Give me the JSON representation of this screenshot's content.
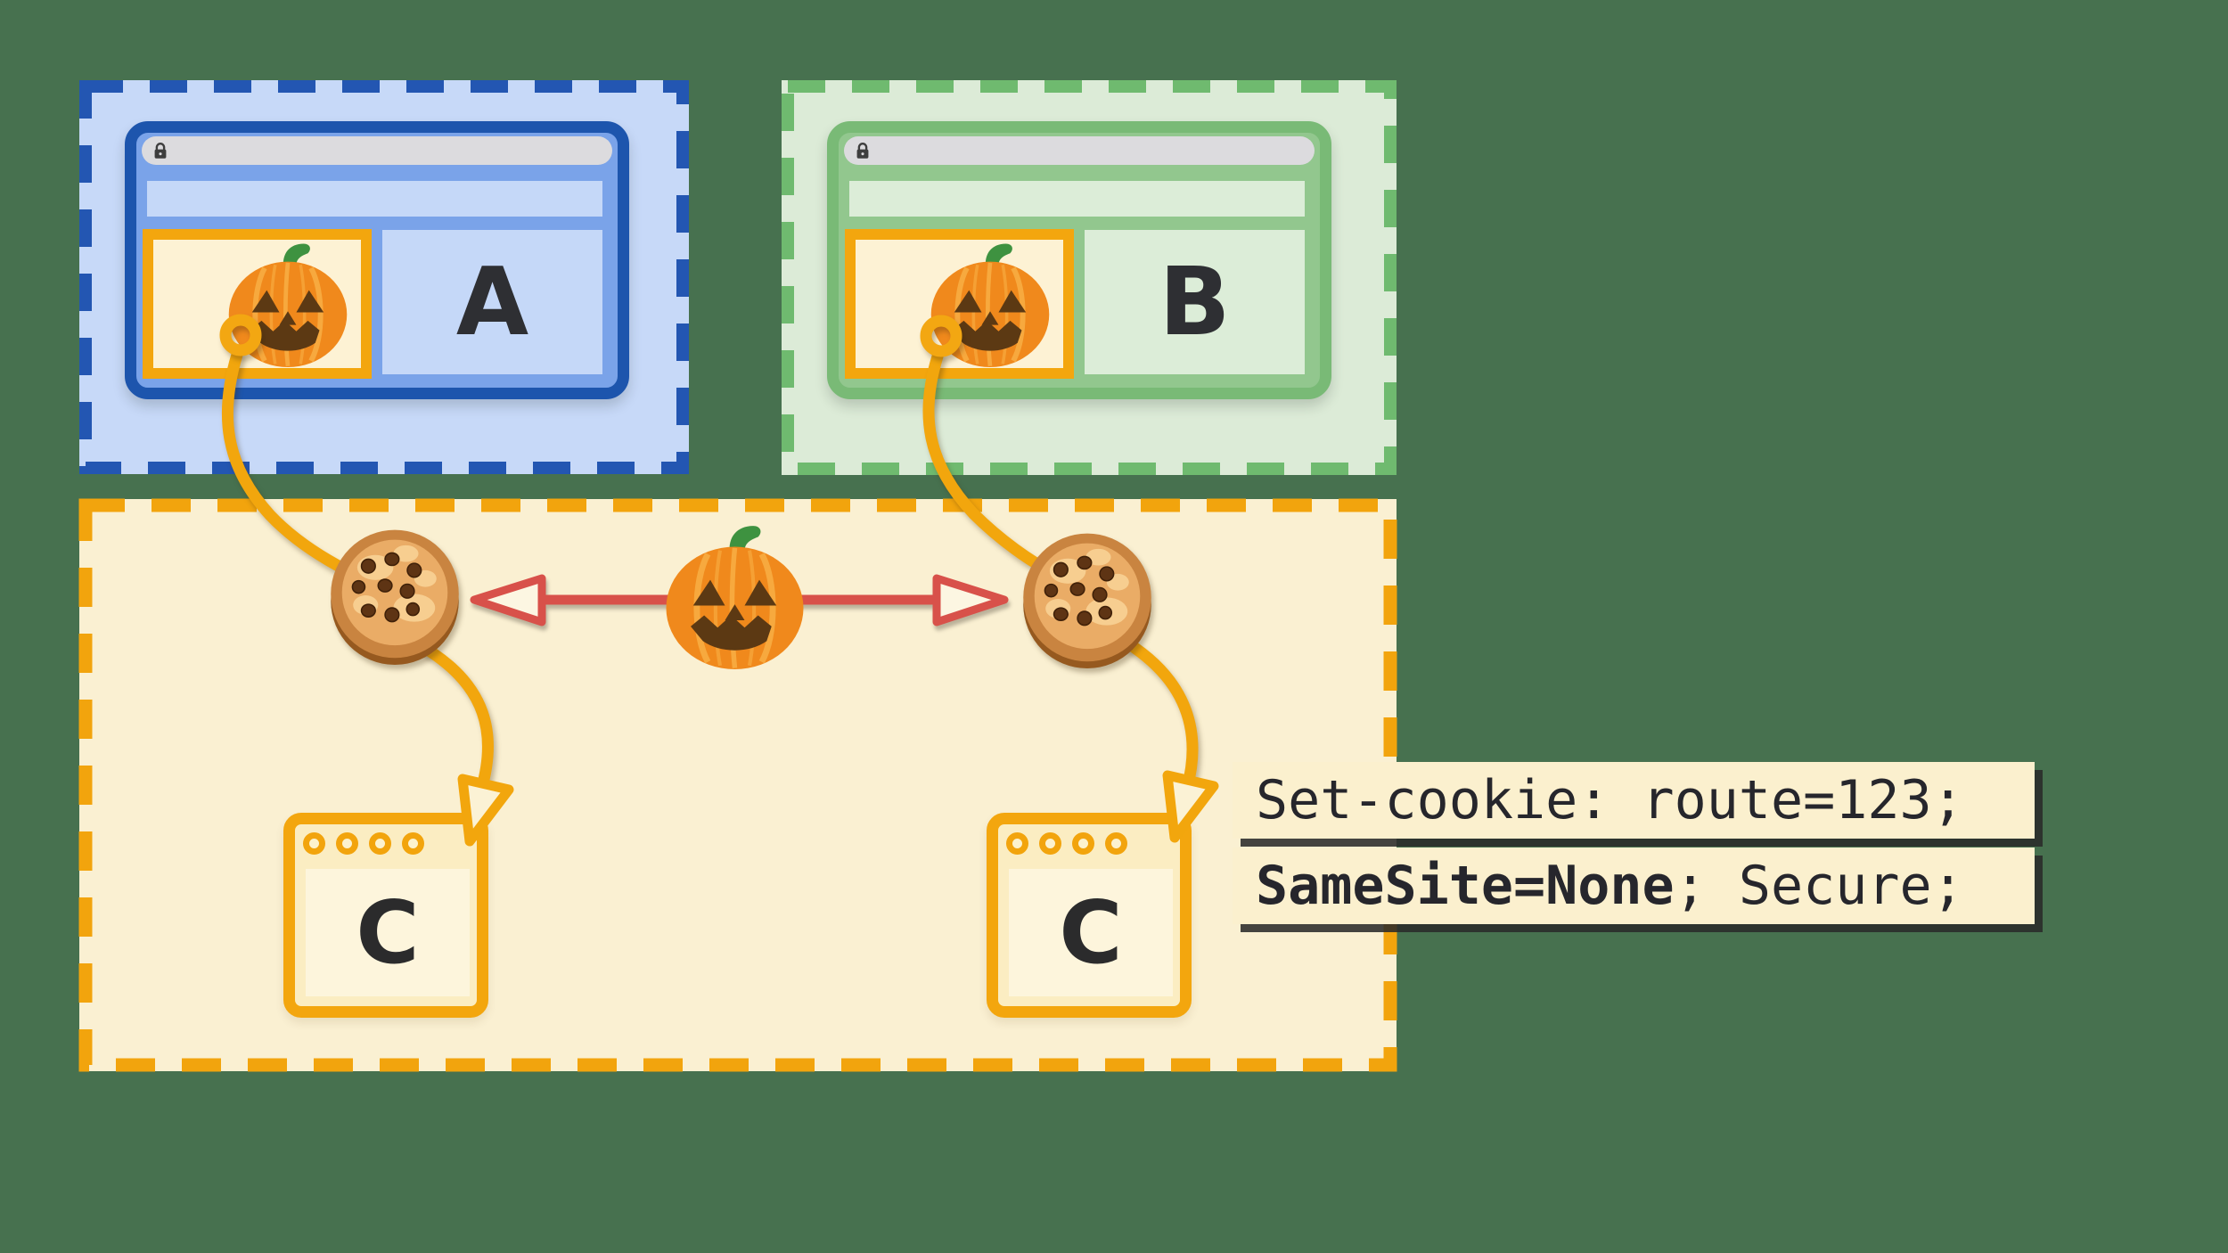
{
  "page": {
    "title": "Third-party cookie diagram",
    "background_color": "#47714F"
  },
  "site_a": {
    "label": "A",
    "box_fill": "#C7D9F8",
    "box_border": "#2356B2",
    "window_fill": "#7AA3E9",
    "window_border": "#1D55AD",
    "addressbar_fill": "#DCDBDE"
  },
  "site_b": {
    "label": "B",
    "box_fill": "#DCEBD7",
    "box_border": "#6FBA6F",
    "window_fill": "#92C78E",
    "window_border": "#79BA76",
    "addressbar_fill": "#DCDBDE"
  },
  "third_party": {
    "box_fill": "#FAF0D2",
    "box_border": "#F2A40D",
    "window_left_label": "C",
    "window_right_label": "C",
    "window_border": "#F3A60E"
  },
  "code": {
    "line1": "Set-cookie: route=123;",
    "line2_bold": "SameSite=None",
    "line2_rest": "; Secure;",
    "bg": "#FBF0CE",
    "text_color": "#26262C"
  },
  "accents": {
    "connector_orange": "#F2A60D",
    "arrow_red": "#D8514A",
    "pumpkin_orange": "#F0891C",
    "cookie_brown": "#C98440",
    "letter_color": "#2E2F33"
  }
}
